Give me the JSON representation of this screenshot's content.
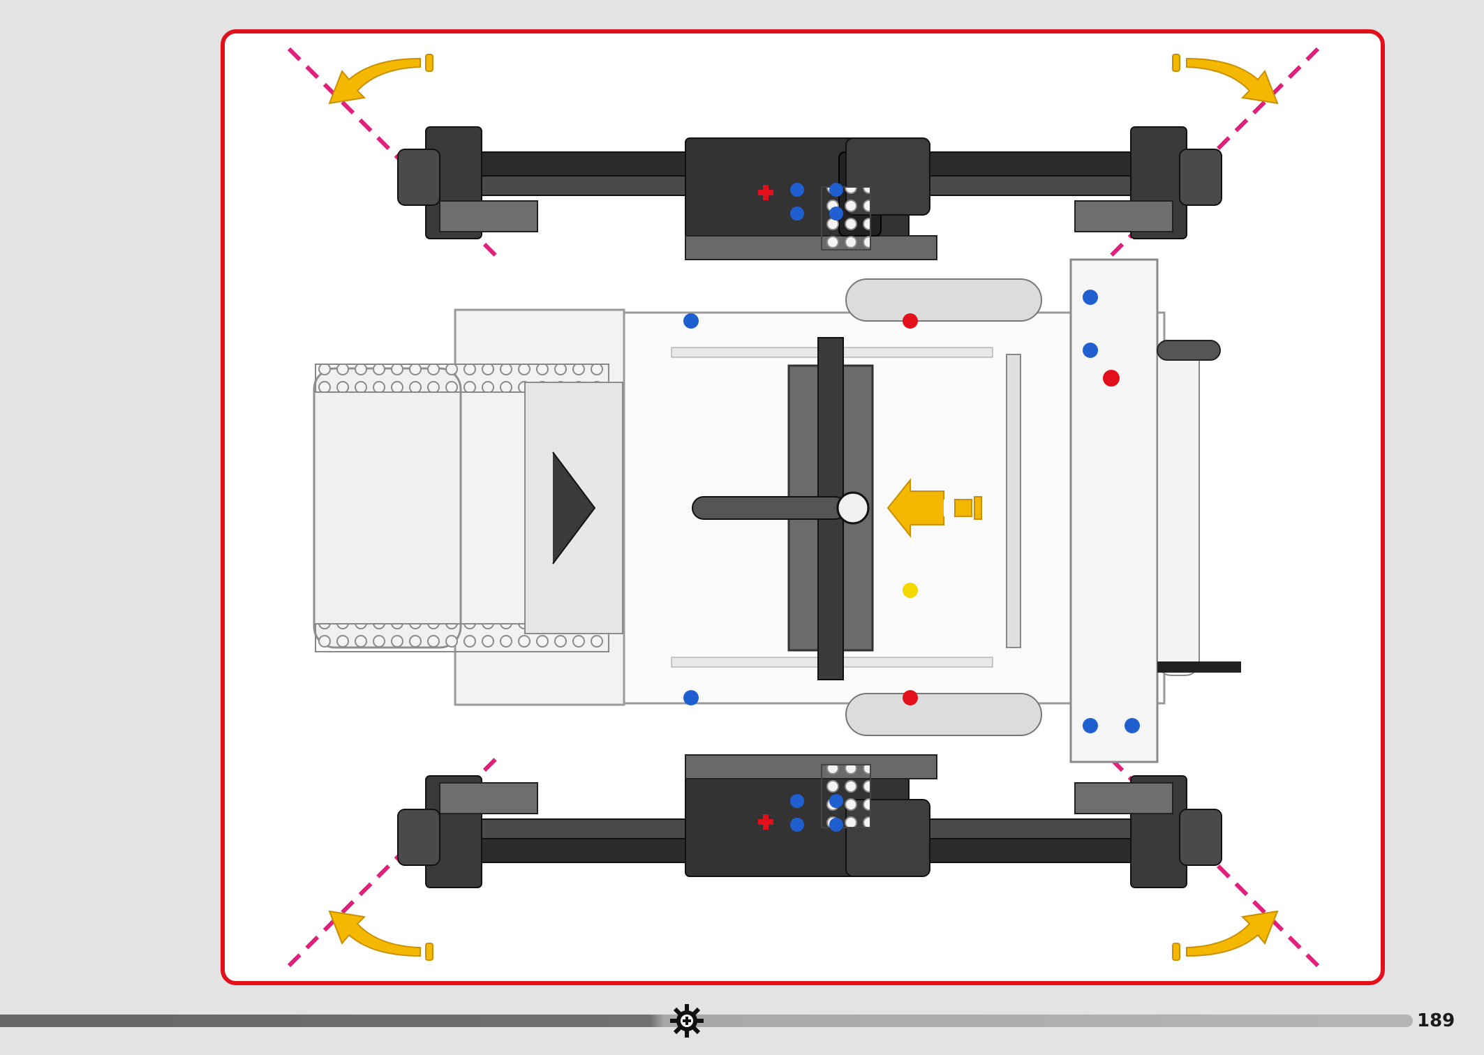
{
  "page": {
    "number": "189"
  },
  "instruction": {
    "step_graphic": "rotate-model-instruction",
    "rotation_arrow_color": "#f5b800",
    "guide_line_color": "#e0207a",
    "frame_color": "#e2101a"
  },
  "footer": {
    "progress_marker_icon": "gear-icon",
    "progress_fraction": 0.47
  }
}
